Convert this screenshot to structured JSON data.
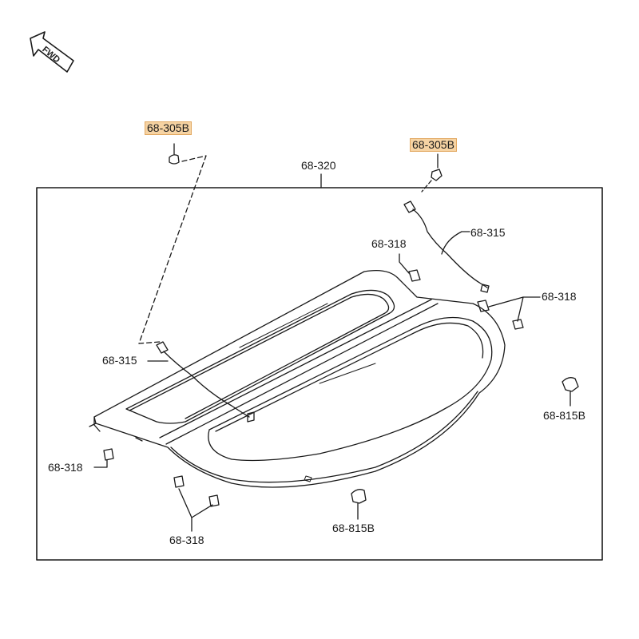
{
  "direction_label": "FWD",
  "callouts": {
    "clip_left": "68-305B",
    "clip_right": "68-305B",
    "shelf": "68-320",
    "harness_right": "68-315",
    "harness_left": "68-315",
    "clip_upper": "68-318",
    "clip_right_side": "68-318",
    "clip_lower_left": "68-318",
    "clip_bottom": "68-318",
    "grommet_right": "68-815B",
    "grommet_bottom": "68-815B"
  },
  "colors": {
    "highlight": "#f6d3a3",
    "highlight_border": "#e2a861",
    "line": "#1a1a1a"
  }
}
